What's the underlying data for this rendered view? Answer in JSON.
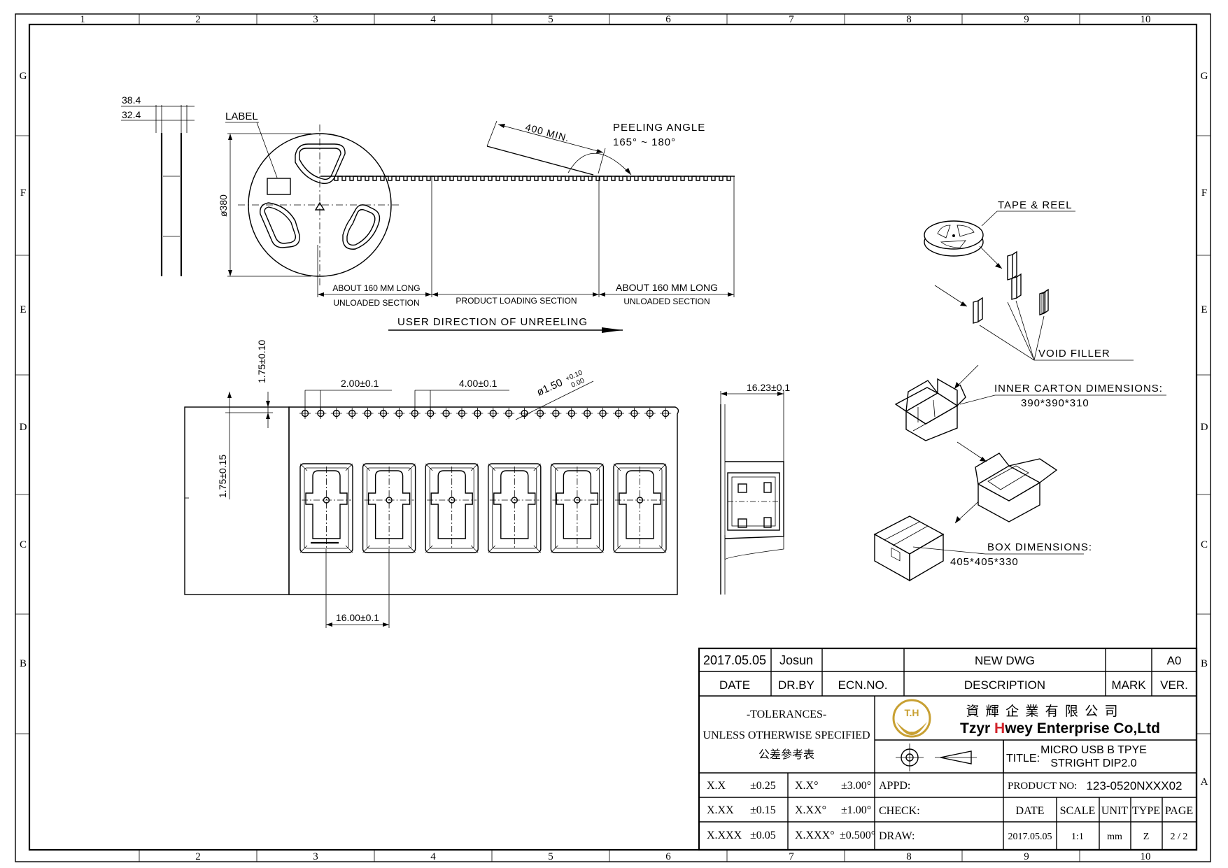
{
  "border": {
    "top_cols": [
      "1",
      "2",
      "3",
      "4",
      "5",
      "6",
      "7",
      "8",
      "9",
      "10"
    ],
    "bottom_cols": [
      "2",
      "3",
      "4",
      "5",
      "6",
      "7",
      "8",
      "9",
      "10"
    ],
    "rows": [
      "G",
      "F",
      "E",
      "D",
      "C",
      "B",
      "A"
    ]
  },
  "reel": {
    "dim_width_outer": "38.4",
    "dim_width_inner": "32.4",
    "label": "LABEL",
    "diameter": "ø380",
    "tape_length": "400 MIN.",
    "peeling_title": "PEELING ANGLE",
    "peeling_range": "165° ~ 180°",
    "unloaded_left_1": "ABOUT 160 MM LONG",
    "unloaded_left_2": "UNLOADED SECTION",
    "product_loading": "PRODUCT LOADING SECTION",
    "unloaded_right_1": "ABOUT 160 MM LONG",
    "unloaded_right_2": "UNLOADED SECTION",
    "direction": "USER DIRECTION OF UNREELING"
  },
  "tape": {
    "dim_edge": "1.75±0.10",
    "dim_hole_to_pocket": "2.00±0.1",
    "dim_hole_pitch": "4.00±0.1",
    "dim_hole_dia_base": "ø1.50",
    "dim_hole_dia_plus": "+0.10",
    "dim_hole_dia_minus": "0.00",
    "dim_side": "1.75±0.15",
    "dim_pitch": "16.00±0.1",
    "dim_width": "16.23±0.1"
  },
  "packing": {
    "tape_reel": "TAPE & REEL",
    "void_filler": "VOID FILLER",
    "inner_carton_label": "INNER CARTON DIMENSIONS:",
    "inner_carton_value": "390*390*310",
    "box_label": "BOX DIMENSIONS:",
    "box_value": "405*405*330"
  },
  "title_block": {
    "rev_date": "2017.05.05",
    "rev_by": "Josun",
    "rev_ecn": "",
    "rev_desc": "NEW DWG",
    "rev_mark": "",
    "rev_ver": "A0",
    "h_date": "DATE",
    "h_drby": "DR.BY",
    "h_ecn": "ECN.NO.",
    "h_desc": "DESCRIPTION",
    "h_mark": "MARK",
    "h_ver": "VER.",
    "tol_title": "-TOLERANCES-",
    "tol_sub": "UNLESS OTHERWISE SPECIFIED",
    "tol_cn": "公差參考表",
    "company_cn": "資 輝 企 業 有 限 公 司",
    "company_en_1": "Tzyr ",
    "company_en_h": "H",
    "company_en_2": "wey Enterprise Co,Ltd",
    "logo_text": "T.H",
    "title_label": "TITLE:",
    "title_line1": "MICRO USB B TPYE",
    "title_line2": "STRIGHT DIP2.0",
    "tol_rows": [
      {
        "a": "X.X",
        "av": "±0.25",
        "b": "X.X°",
        "bv": "±3.00°"
      },
      {
        "a": "X.XX",
        "av": "±0.15",
        "b": "X.XX°",
        "bv": "±1.00°"
      },
      {
        "a": "X.XXX",
        "av": "±0.05",
        "b": "X.XXX°",
        "bv": "±0.500°"
      }
    ],
    "appd": "APPD:",
    "check": "CHECK:",
    "draw": "DRAW:",
    "product_no_label": "PRODUCT NO:",
    "product_no": "123-0520NXXX02",
    "h2_date": "DATE",
    "h2_scale": "SCALE",
    "h2_unit": "UNIT",
    "h2_type": "TYPE",
    "h2_page": "PAGE",
    "v_date": "2017.05.05",
    "v_scale": "1:1",
    "v_unit": "mm",
    "v_type": "Z",
    "v_page": "2 / 2",
    "accent_red": "#d2232a",
    "logo_gold": "#c8a032"
  }
}
